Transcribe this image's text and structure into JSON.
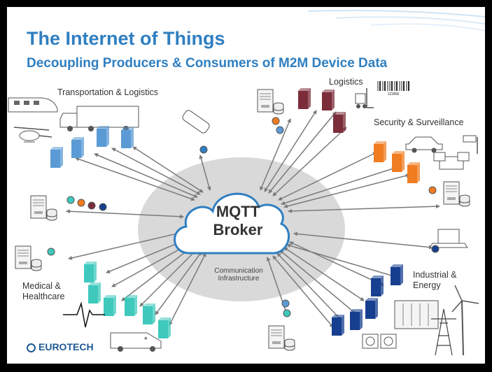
{
  "title": "The Internet of Things",
  "subtitle": "Decoupling Producers & Consumers of M2M Device Data",
  "broker": {
    "line1": "MQTT",
    "line2": "Broker"
  },
  "infrastructure": {
    "line1": "Communication",
    "line2": "Infrastructure"
  },
  "groups": {
    "transportation": "Transportation & Logistics",
    "logistics": "Logistics",
    "security": "Security & Surveillance",
    "medical_line1": "Medical &",
    "medical_line2": "Healthcare",
    "industrial_line1": "Industrial &",
    "industrial_line2": "Energy"
  },
  "barcode_text": "123456",
  "logo": "EUROTECH",
  "colors": {
    "title": "#2f7fc1",
    "transport_cube": "#5b9bd5",
    "logistics_cube": "#7b2d3a",
    "security_cube": "#f07c21",
    "medical_cube": "#3fc9bd",
    "industrial_cube": "#173f8f",
    "arrow": "#7a7a7a",
    "cloud_border": "#2f7fc1",
    "ellipse": "#d9d9d9"
  },
  "icons": [
    "cloud-icon",
    "server-icon",
    "database-icon",
    "cube-icon",
    "truck-icon",
    "train-icon",
    "helicopter-icon",
    "forklift-icon",
    "barcode-icon",
    "car-icon",
    "camera-icon",
    "laptop-icon",
    "ambulance-icon",
    "heartbeat-icon",
    "wind-turbine-icon",
    "power-tower-icon",
    "gauge-icon",
    "phone-icon",
    "status-dot-icon"
  ]
}
